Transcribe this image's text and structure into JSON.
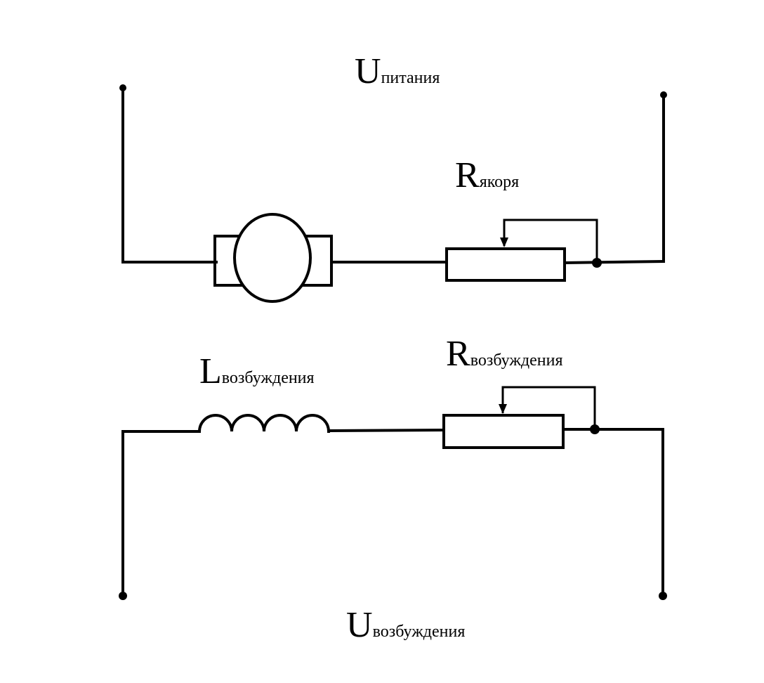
{
  "diagram": {
    "title": "DC motor with separate excitation",
    "labels": {
      "supply_voltage": {
        "main": "U",
        "sub": "питания"
      },
      "armature_resistor": {
        "main": "R",
        "sub": "якоря"
      },
      "field_inductance": {
        "main": "L",
        "sub": "возбуждения"
      },
      "field_resistor": {
        "main": "R",
        "sub": "возбуждения"
      },
      "field_voltage": {
        "main": "U",
        "sub": "возбуждения"
      }
    },
    "components": [
      "motor-armature",
      "armature-rheostat",
      "field-coil",
      "field-rheostat"
    ],
    "colors": {
      "line": "#000000",
      "background": "#ffffff"
    }
  }
}
